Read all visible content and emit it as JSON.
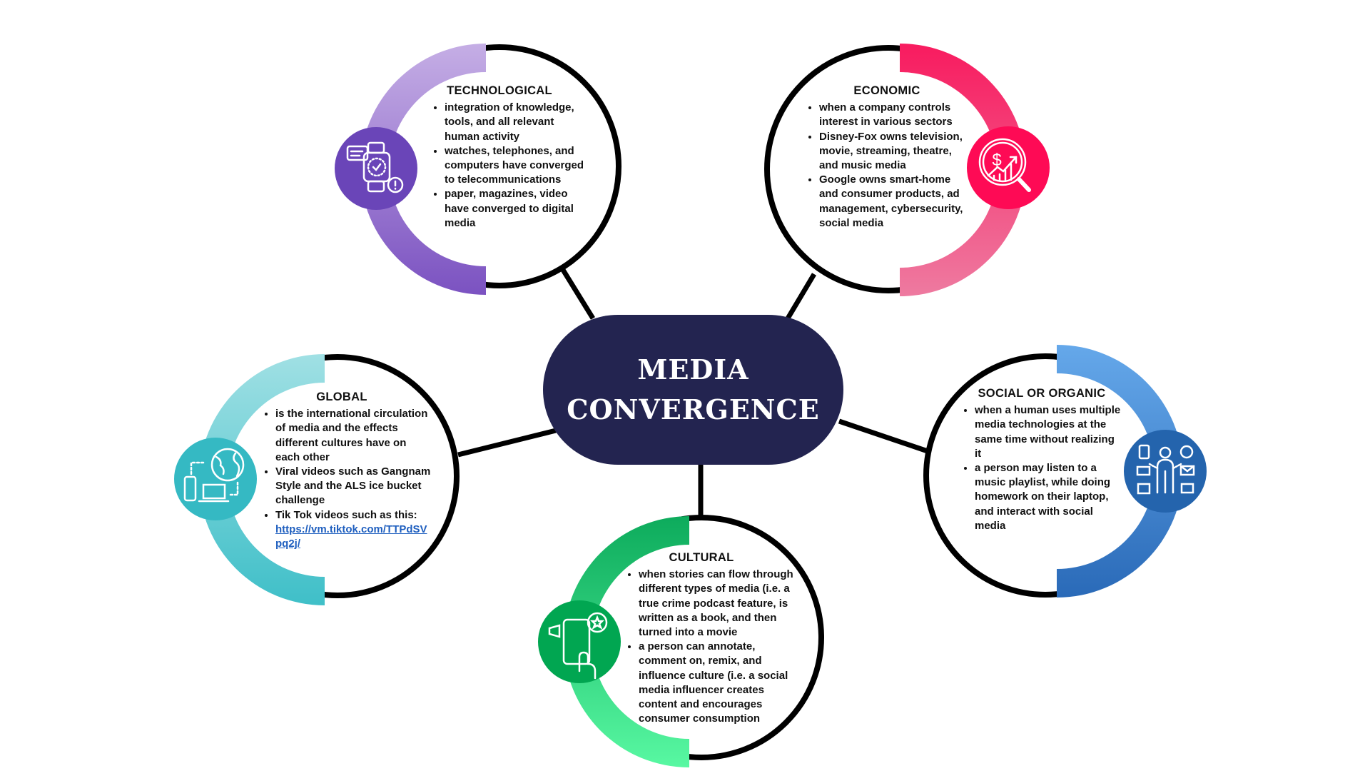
{
  "center": {
    "line1": "MEDIA",
    "line2": "CONVERGENCE",
    "color": "#232450"
  },
  "nodes": {
    "technological": {
      "title": "TECHNOLOGICAL",
      "icon": "smartwatch-chat-icon",
      "colors": [
        "#c5aee5",
        "#7b52c1",
        "#6a45b8"
      ],
      "bullets": [
        "integration of knowledge, tools, and all relevant human activity",
        "watches, telephones, and computers have converged to telecommunications",
        "paper, magazines, video have converged to digital media"
      ]
    },
    "economic": {
      "title": "ECONOMIC",
      "icon": "dollar-magnifier-chart-icon",
      "colors": [
        "#f81b5f",
        "#ee7aa0",
        "#fe0a55"
      ],
      "bullets": [
        "when a company controls interest in various sectors",
        "Disney-Fox owns television, movie, streaming, theatre, and music media",
        "Google owns smart-home and consumer products, ad management, cybersecurity, social media"
      ]
    },
    "global": {
      "title": "GLOBAL",
      "icon": "globe-devices-icon",
      "colors": [
        "#a0e0e4",
        "#3fbfc8",
        "#35b9c3"
      ],
      "bullets": [
        "is the international circulation of media and the effects different cultures have on each other",
        "Viral videos such as Gangnam Style and the ALS ice bucket challenge",
        "Tik Tok videos such as this:"
      ],
      "link": "https://vm.tiktok.com/TTPdSVpq2j/"
    },
    "cultural": {
      "title": "CULTURAL",
      "icon": "phone-megaphone-star-icon",
      "colors": [
        "#0dab5c",
        "#58f8a2",
        "#01a651"
      ],
      "bullets": [
        "when stories can flow through different types of media (i.e. a true crime podcast feature, is written as a book, and then turned into a movie",
        "a person can annotate, comment on, remix, and influence culture (i.e. a social media influencer creates content and encourages consumer consumption"
      ]
    },
    "social": {
      "title": "SOCIAL OR ORGANIC",
      "icon": "person-multitasking-icon",
      "colors": [
        "#65a8ea",
        "#2a6ab8",
        "#2464ad"
      ],
      "bullets": [
        "when a human uses multiple media technologies at the same time without realizing it",
        "a person may listen to a music playlist, while doing homework on their laptop, and interact with social media"
      ]
    }
  }
}
